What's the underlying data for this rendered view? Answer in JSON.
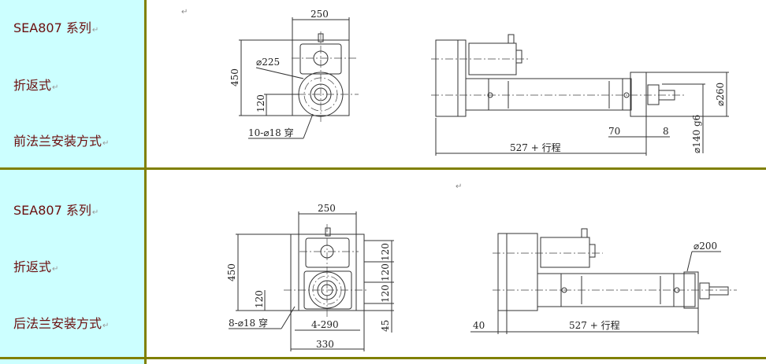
{
  "rows": [
    {
      "series": "SEA807 系列",
      "type": "折返式",
      "mount": "前法兰安装方式",
      "front_view": {
        "width": "250",
        "height": "450",
        "flange_dia": "⌀225",
        "offset": "120",
        "holes": "10-⌀18 穿"
      },
      "side_view": {
        "dim_a": "70",
        "dim_b": "8",
        "length": "527 + 行程",
        "flange_outer": "⌀260",
        "spigot": "⌀140 g6"
      }
    },
    {
      "series": "SEA807 系列",
      "type": "折返式",
      "mount": "后法兰安装方式",
      "front_view": {
        "width": "250",
        "height": "450",
        "pitch1": "120",
        "pitch2": "120",
        "pitch3": "120",
        "offset": "120",
        "edge": "45",
        "holes": "8-⌀18 穿",
        "hole_span": "4-290",
        "plate_width": "330"
      },
      "side_view": {
        "flange_dia": "⌀200",
        "dim_a": "40",
        "length": "527 + 行程"
      }
    }
  ],
  "return_mark": "↵",
  "colors": {
    "label_bg": "#ccffff",
    "border": "#808000",
    "label_text": "#6b0f0f"
  }
}
